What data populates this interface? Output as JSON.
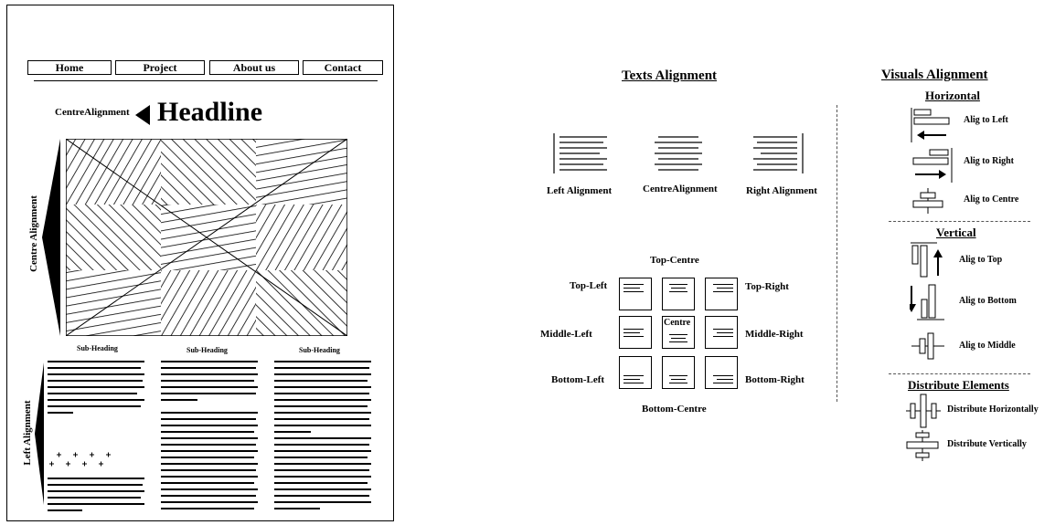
{
  "mockup": {
    "nav": [
      "Home",
      "Project",
      "About us",
      "Contact"
    ],
    "centre_label": "CentreAlignment",
    "headline": "Headline",
    "side_label_top": "Centre Alignment",
    "side_label_bottom": "Left Alignment",
    "sub_headings": [
      "Sub-Heading",
      "Sub-Heading",
      "Sub-Heading"
    ]
  },
  "texts": {
    "title": "Texts Alignment",
    "samples": [
      "Left Alignment",
      "CentreAlignment",
      "Right Alignment"
    ],
    "grid": {
      "top_centre": "Top-Centre",
      "top_left": "Top-Left",
      "top_right": "Top-Right",
      "middle_left": "Middle-Left",
      "middle_right": "Middle-Right",
      "bottom_left": "Bottom-Left",
      "bottom_right": "Bottom-Right",
      "bottom_centre": "Bottom-Centre",
      "centre": "Centre"
    }
  },
  "visuals": {
    "title": "Visuals Alignment",
    "horizontal": {
      "title": "Horizontal",
      "items": [
        "Alig to Left",
        "Alig to Right",
        "Alig to Centre"
      ]
    },
    "vertical": {
      "title": "Vertical",
      "items": [
        "Alig to Top",
        "Alig to Bottom",
        "Alig to Middle"
      ]
    },
    "distribute": {
      "title": "Distribute Elements",
      "items": [
        "Distribute Horizontally",
        "Distribute Vertically"
      ]
    }
  }
}
